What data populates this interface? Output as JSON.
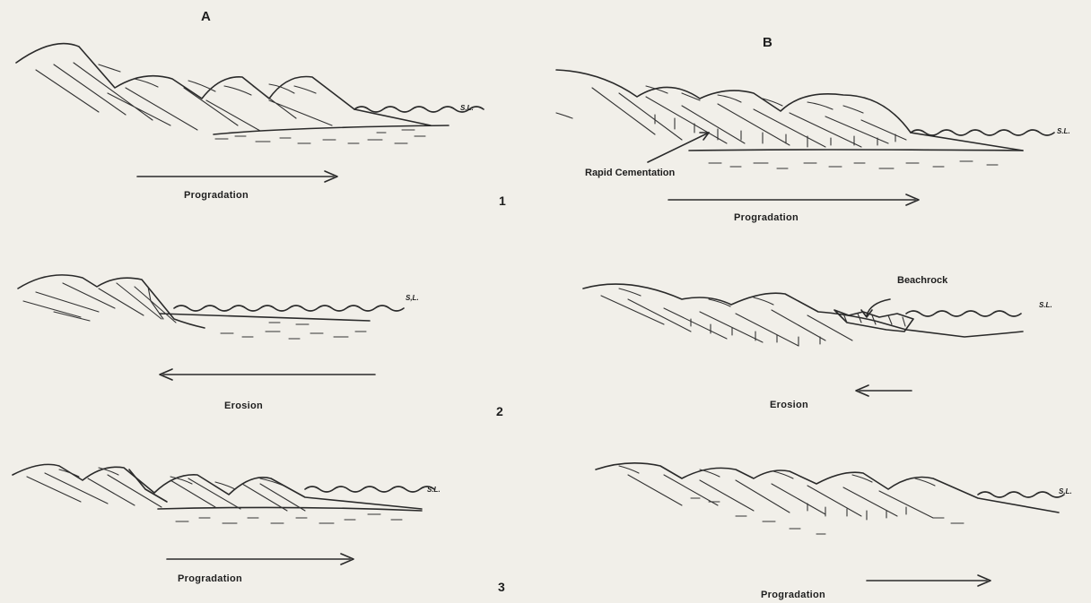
{
  "columns": {
    "a": "A",
    "b": "B"
  },
  "rows": [
    {
      "number": "1",
      "a_process": "Progradation",
      "b_process": "Progradation",
      "a_direction": "right",
      "b_direction": "right"
    },
    {
      "number": "2",
      "a_process": "Erosion",
      "b_process": "Erosion",
      "a_direction": "left",
      "b_direction": "left"
    },
    {
      "number": "3",
      "a_process": "Progradation",
      "b_process": "Progradation",
      "a_direction": "right",
      "b_direction": "right"
    }
  ],
  "sea_level_label": "S.L.",
  "sea_level_label_alt": "S,L.",
  "annotations": {
    "rapid_cementation": "Rapid Cementation",
    "beachrock": "Beachrock"
  },
  "colors": {
    "paper": "#f1efe9",
    "ink": "#2a2a2a"
  }
}
